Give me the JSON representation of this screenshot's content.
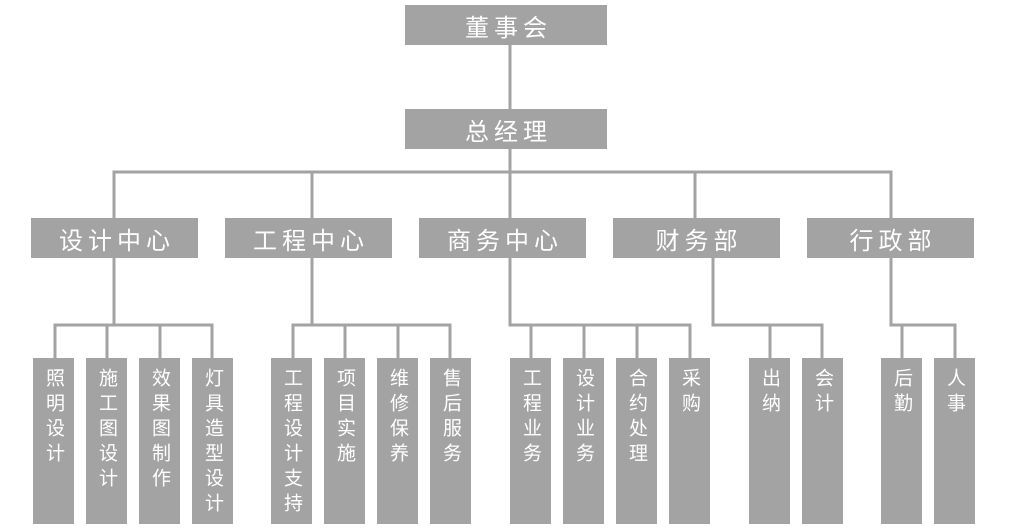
{
  "org": {
    "root": "董事会",
    "gm": "总经理",
    "departments": [
      {
        "name": "设计中心",
        "children": [
          "照明设计",
          "施工图设计",
          "效果图制作",
          "灯具造型设计"
        ]
      },
      {
        "name": "工程中心",
        "children": [
          "工程设计支持",
          "项目实施",
          "维修保养",
          "售后服务"
        ]
      },
      {
        "name": "商务中心",
        "children": [
          "工程业务",
          "设计业务",
          "合约处理",
          "采购"
        ]
      },
      {
        "name": "财务部",
        "children": [
          "出纳",
          "会计"
        ]
      },
      {
        "name": "行政部",
        "children": [
          "后勤",
          "人事"
        ]
      }
    ]
  },
  "colors": {
    "box": "#a3a3a3",
    "line": "#a3a3a3",
    "text": "#ffffff"
  }
}
